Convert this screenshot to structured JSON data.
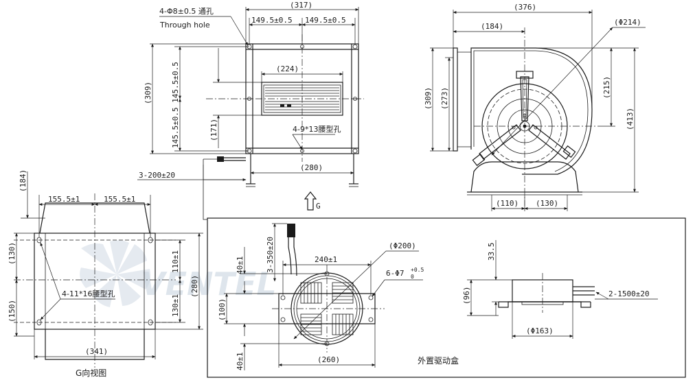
{
  "front_view": {
    "hole_callout": "4-Φ8±0.5 通孔",
    "hole_callout_en": "Through hole",
    "dim_width_overall": "(317)",
    "dim_hole_pitch_left": "149.5±0.5",
    "dim_hole_pitch_right": "149.5±0.5",
    "dim_height_overall": "(309)",
    "dim_vertical_pitch": "145.5±0.5 145.5±0.5",
    "dim_outlet_width": "(224)",
    "dim_outlet_height": "(171)",
    "slot_callout": "4-9*13腰型孔",
    "dim_cable": "3-200±20",
    "dim_foot_span": "(280)",
    "view_arrow_label": "G"
  },
  "side_view": {
    "dim_overall_width": "(376)",
    "dim_left_offset": "(184)",
    "dim_wheel_diameter": "(Φ214)",
    "dim_height_left": "(309)",
    "dim_height_inner": "(273)",
    "dim_outlet_height": "(215)",
    "dim_total_height": "(413)",
    "dim_foot_left": "(110)",
    "dim_foot_right": "(130)"
  },
  "g_view": {
    "dim_top_offset": "(184)",
    "dim_hole_pitch_left": "155.5±1",
    "dim_hole_pitch_right": "155.5±1",
    "dim_upper_gap": "(130)",
    "dim_lower_gap": "(150)",
    "dim_right_upper": "110±1",
    "dim_right_lower": "130±1",
    "dim_right_overall": "(280)",
    "dim_bottom_width": "(341)",
    "slot_callout": "4-11*16腰型孔",
    "caption": "G向视图"
  },
  "driver_box": {
    "dim_cable": "3-350±20",
    "dim_hole_pitch": "240±1",
    "dim_diameter": "(Φ200)",
    "hole_callout": "6-Φ7",
    "hole_tolerance_upper": "+0.5",
    "hole_tolerance_lower": "0",
    "dim_upper_offset": "40±1",
    "dim_center_height": "(100)",
    "dim_lower_offset": "40±1",
    "dim_bottom_width": "(260)",
    "side_dim_height": "33.5",
    "side_dim_total": "(96)",
    "side_dim_cable": "2-1500±20",
    "side_dim_width": "(Φ163)",
    "caption": "外置驱动盒"
  },
  "watermark": {
    "text": "VENTEL"
  }
}
